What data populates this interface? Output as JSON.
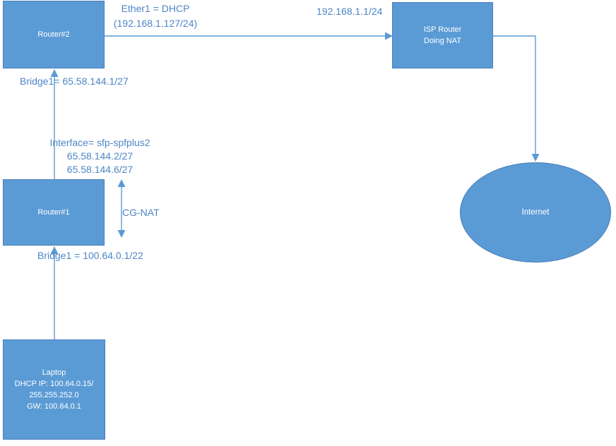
{
  "colors": {
    "shape_fill": "#5b9bd5",
    "shape_border": "#4a7ebb",
    "shape_text": "#ffffff",
    "connector": "#5b9bd5",
    "label_text": "#4d86c6"
  },
  "nodes": {
    "router2": {
      "label": "Router#2"
    },
    "isp_router": {
      "line1": "ISP Router",
      "line2": "Doing NAT"
    },
    "router1": {
      "label": "Router#1"
    },
    "laptop": {
      "line1": "Laptop",
      "line2": "DHCP IP: 100.64.0.15/",
      "line3": "255.255.252.0",
      "line4": "GW: 100.64.0.1"
    },
    "internet": {
      "label": "Internet"
    }
  },
  "labels": {
    "ether1_line1": "Ether1 = DHCP",
    "ether1_line2": "(192.168.1.127/24)",
    "isp_wan_ip": "192.168.1.1/24",
    "router2_bridge": "Bridge1= 65.58.144.1/27",
    "interface_line1": "Interface= sfp-spfplus2",
    "interface_line2": "65.58.144.2/27",
    "interface_line3": "65.58.144.6/27",
    "cg_nat": "CG-NAT",
    "router1_bridge": "Bridge1 = 100.64.0.1/22"
  }
}
